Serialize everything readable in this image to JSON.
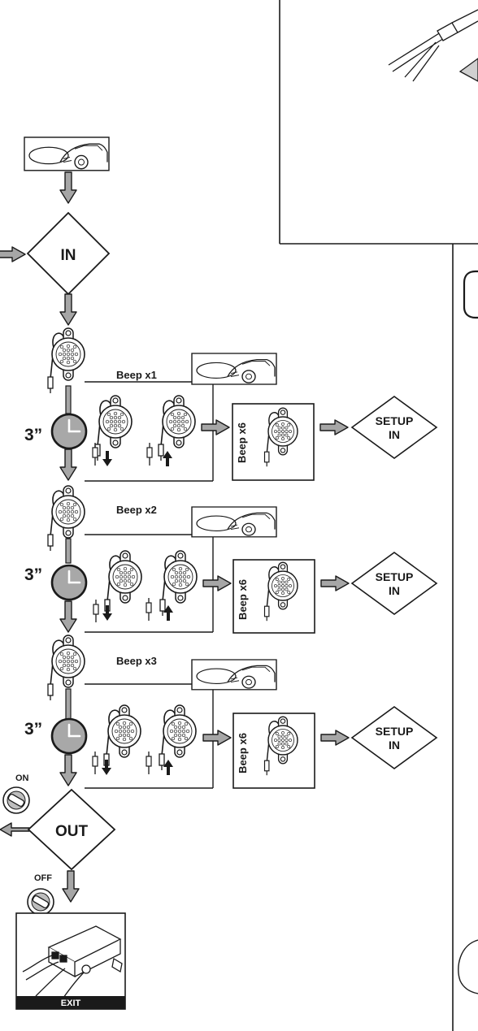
{
  "diagram": {
    "title": "",
    "entry_node": "IN",
    "exit_node": "OUT",
    "stages": [
      {
        "beep_label": "Beep x1",
        "timer_label": "3”",
        "confirm_label": "Beep x6",
        "setup_line1": "SETUP",
        "setup_line2": "IN"
      },
      {
        "beep_label": "Beep x2",
        "timer_label": "3”",
        "confirm_label": "Beep x6",
        "setup_line1": "SETUP",
        "setup_line2": "IN"
      },
      {
        "beep_label": "Beep x3",
        "timer_label": "3”",
        "confirm_label": "Beep x6",
        "setup_line1": "SETUP",
        "setup_line2": "IN"
      }
    ],
    "switch_on_label": "ON",
    "switch_off_label": "OFF",
    "exit_label": "EXIT"
  },
  "colors": {
    "arrow_fill": "#a6a6a6",
    "line": "#1a1a1a",
    "clock_fill": "#a8a8a8",
    "exit_bar": "#1a1a1a"
  }
}
